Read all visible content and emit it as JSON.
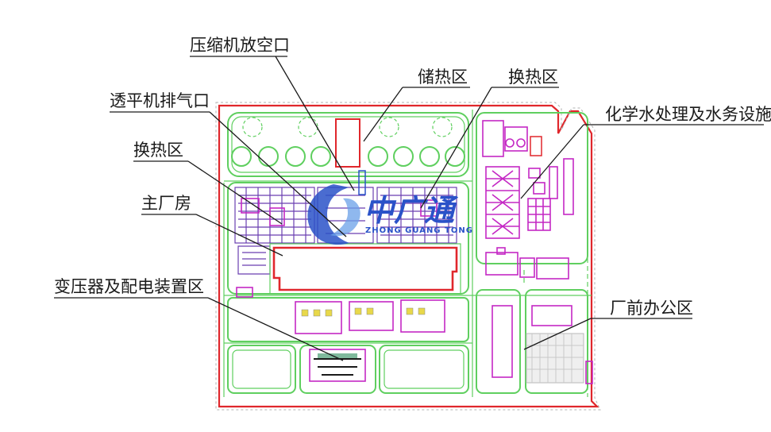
{
  "labels": {
    "compressor_vent": "压缩机放空口",
    "heat_storage": "储热区",
    "heat_exchange_right": "换热区",
    "turbine_exhaust": "透平机排气口",
    "chem_water": "化学水处理及水务设施区",
    "heat_exchange_left": "换热区",
    "main_building": "主厂房",
    "transformer": "变压器及配电装置区",
    "office": "厂前办公区"
  },
  "watermark": {
    "chinese": "中广通",
    "english": "ZHONG GUANG TONG"
  },
  "colors": {
    "site_boundary": "#e0272c",
    "road": "#5fcf5f",
    "equipment": "#c428c4",
    "piping": "#6a3fb0",
    "logo": "#2a52c8"
  }
}
